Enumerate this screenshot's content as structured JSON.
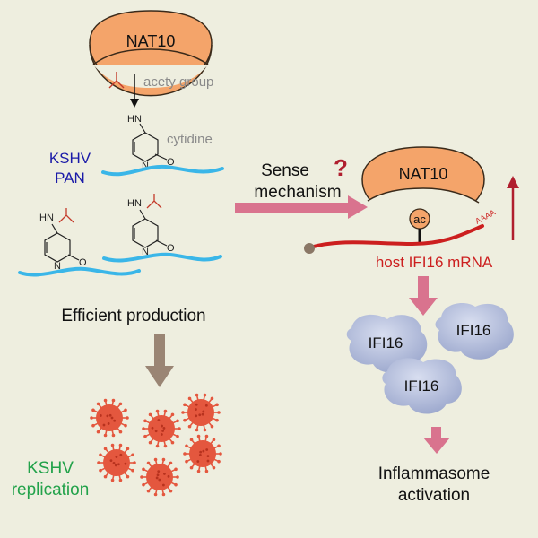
{
  "colors": {
    "background": "#eeeedf",
    "enzyme": "#f4a46a",
    "enzyme_stroke": "#3a2a1a",
    "rna_blue": "#3ab6e8",
    "mrna_red": "#cc1f1f",
    "arrow_pink": "#d9738e",
    "arrow_brown": "#9a8574",
    "virus": "#e4573e",
    "ifi16_protein": "#b4bfdd",
    "kshv_blue": "#1a1aa8",
    "replication_green": "#22a24a",
    "gray_text": "#8a8a8a"
  },
  "labels": {
    "nat10_top": "NAT10",
    "acetyl_group": "acety group",
    "amine_nh": "HN",
    "cytidine": "cytidine",
    "ring_n": "N",
    "ring_o": "O",
    "kshv": "KSHV",
    "pan": "PAN",
    "efficient_production": "Efficient production",
    "sense": "Sense",
    "question_mark": "?",
    "mechanism": "mechanism",
    "nat10_right": "NAT10",
    "ac": "ac",
    "polya": "AAAA",
    "host_mrna": "host IFI16 mRNA",
    "ifi16_1": "IFI16",
    "ifi16_2": "IFI16",
    "ifi16_3": "IFI16",
    "kshv_replication_1": "KSHV",
    "kshv_replication_2": "replication",
    "inflammasome_1": "Inflammasome",
    "inflammasome_2": "activation"
  },
  "icons": [
    "acetyl-group-icon",
    "cytidine-structure-icon",
    "virus-particle-icon",
    "upregulation-arrow-icon"
  ]
}
